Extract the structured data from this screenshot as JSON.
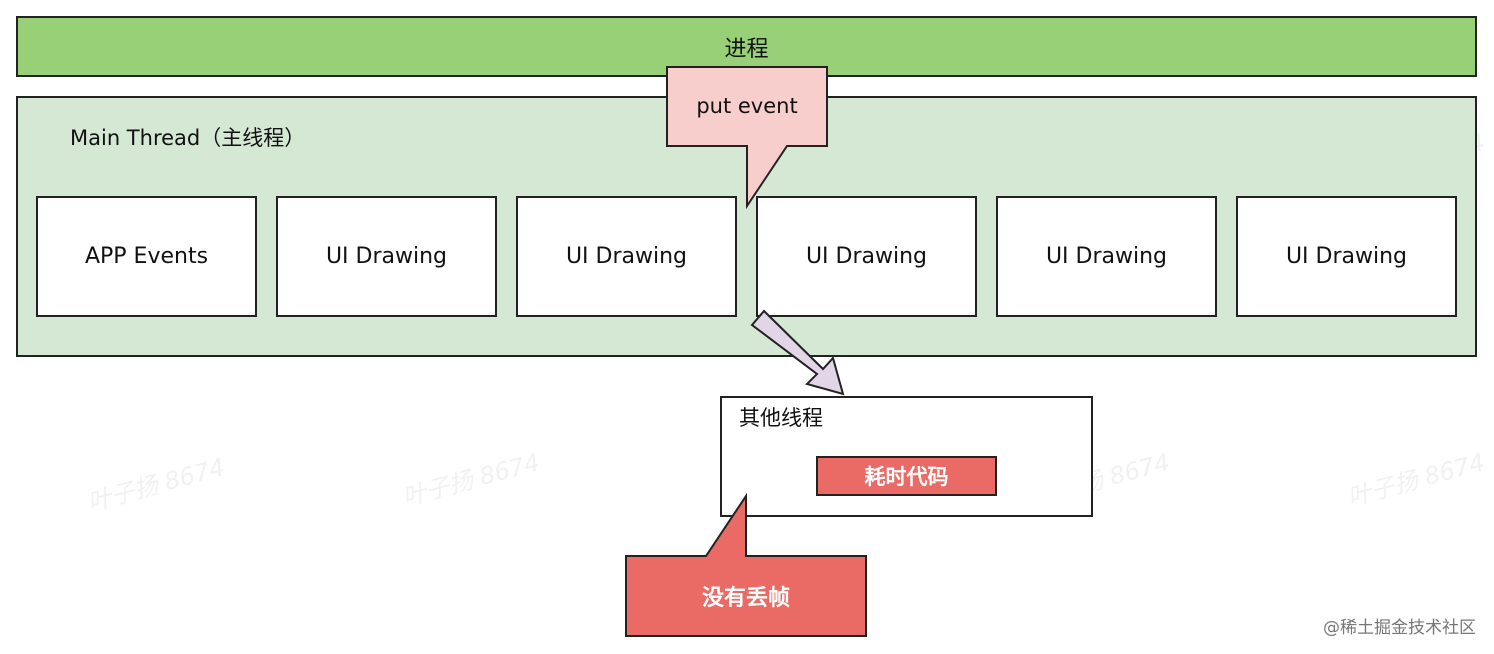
{
  "process": {
    "label": "进程"
  },
  "main_thread": {
    "label": "Main Thread（主线程）",
    "tasks": [
      {
        "label": "APP Events"
      },
      {
        "label": "UI Drawing"
      },
      {
        "label": "UI Drawing"
      },
      {
        "label": "UI Drawing"
      },
      {
        "label": "UI Drawing"
      },
      {
        "label": "UI Drawing"
      }
    ]
  },
  "put_event_callout": {
    "label": "put event"
  },
  "other_thread": {
    "label": "其他线程",
    "slow_code_label": "耗时代码"
  },
  "no_frame_drop_callout": {
    "label": "没有丢帧"
  },
  "watermark": {
    "text": "叶子扬 8674"
  },
  "credit": {
    "text": "@稀土掘金技术社区"
  },
  "colors": {
    "process_fill": "#97d077",
    "thread_fill": "#d5e8d4",
    "put_event_fill": "#f8cecc",
    "slow_code_fill": "#ea6b66",
    "arrow_fill": "#e1d5e7"
  }
}
